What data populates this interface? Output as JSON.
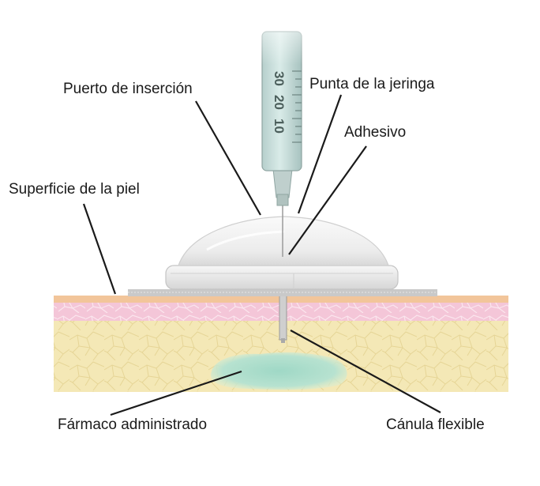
{
  "labels": {
    "puerto": "Puerto de inserción",
    "punta": "Punta de la jeringa",
    "adhesivo": "Adhesivo",
    "piel": "Superficie de la piel",
    "farmaco": "Fármaco administrado",
    "canula": "Cánula flexible"
  },
  "syringe_markings": [
    "30",
    "20",
    "10"
  ],
  "colors": {
    "skin_surface": "#f2c59a",
    "dermis": "#f2bcd2",
    "subcutaneous_fat": "#f3e6b0",
    "drug": "#a9dccb",
    "port_body": "#eeeeee",
    "syringe_fluid": "#c7dedb",
    "leader_line": "#1a1a1a"
  }
}
